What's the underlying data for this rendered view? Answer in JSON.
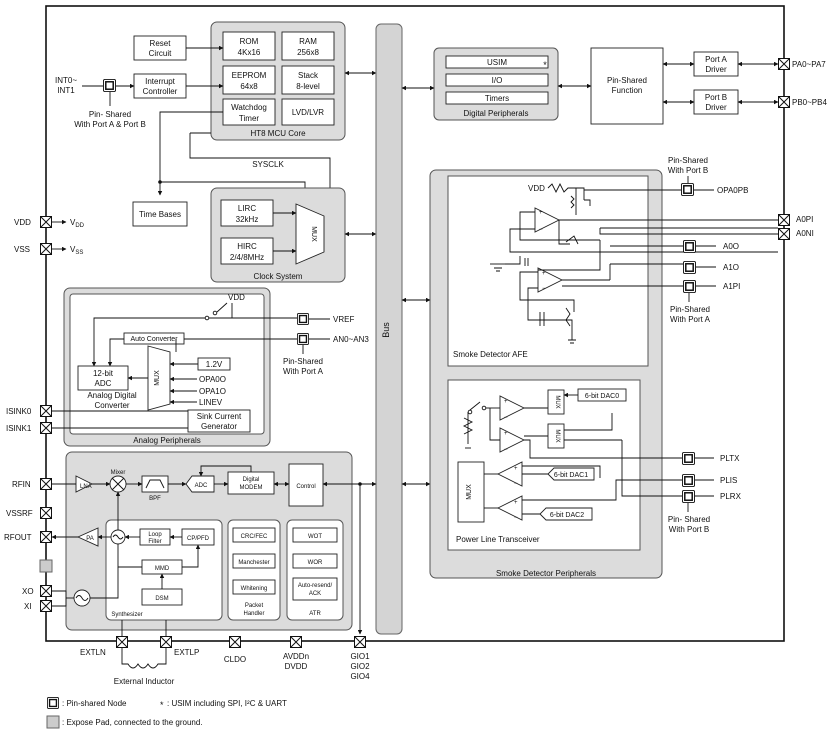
{
  "left_pins": {
    "int": "INT0~\nINT1",
    "vdd": "VDD",
    "vdd_sub": "V",
    "vdd_sub2": "DD",
    "vss": "VSS",
    "vss_sub": "V",
    "vss_sub2": "SS",
    "isink0": "ISINK0",
    "isink1": "ISINK1",
    "rfin": "RFIN",
    "vssrf": "VSSRF",
    "rfout": "RFOUT",
    "xo": "XO",
    "xi": "XI"
  },
  "right_pins": {
    "pa": "PA0~PA7",
    "pb": "PB0~PB4",
    "a0pi": "A0PI",
    "a0ni": "A0NI"
  },
  "mcu": {
    "title": "HT8 MCU Core",
    "reset": [
      "Reset",
      "Circuit"
    ],
    "interrupt": [
      "Interrupt",
      "Controller"
    ],
    "rom": [
      "ROM",
      "4Kx16"
    ],
    "ram": [
      "RAM",
      "256x8"
    ],
    "eeprom": [
      "EEPROM",
      "64x8"
    ],
    "stack": [
      "Stack",
      "8-level"
    ],
    "watchdog": [
      "Watchdog",
      "Timer"
    ],
    "lvd": "LVD/LVR",
    "pin_shared": [
      "Pin- Shared",
      "With Port A & Port B"
    ],
    "sysclk": "SYSCLK",
    "time_bases": "Time Bases"
  },
  "clock": {
    "title": "Clock System",
    "lirc": [
      "LIRC",
      "32kHz"
    ],
    "hirc": [
      "HIRC",
      "2/4/8MHz"
    ],
    "mux": "MUX"
  },
  "bus_label": "Bus",
  "digital": {
    "title": "Digital Peripherals",
    "usim": "USIM",
    "io": "I/O",
    "timers": "Timers",
    "pin_shared_fn": [
      "Pin-Shared",
      "Function"
    ],
    "port_a": [
      "Port A",
      "Driver"
    ],
    "port_b": [
      "Port B",
      "Driver"
    ]
  },
  "analog": {
    "title": "Analog Peripherals",
    "vdd": "VDD",
    "vref": "VREF",
    "an": "AN0~AN3",
    "pin_shared": [
      "Pin-Shared",
      "With Port A"
    ],
    "auto_converter": "Auto Converter",
    "adc": [
      "12-bit",
      "ADC"
    ],
    "adc_caption": [
      "Analog Digital",
      "Converter"
    ],
    "mux": "MUX",
    "v12": "1.2V",
    "inputs": [
      "OPA0O",
      "OPA1O",
      "LINEV"
    ],
    "sink": [
      "Sink Current",
      "Generator"
    ]
  },
  "rf": {
    "lna": "LNA",
    "mixer": "Mixer",
    "bpf": "BPF",
    "adc": "ADC",
    "modem": [
      "Digital",
      "MODEM"
    ],
    "control": "Control",
    "pa": "PA",
    "loop": [
      "Loop",
      "Filter"
    ],
    "cppfd": "CP/PFD",
    "mmd": "MMD",
    "dsm": "DSM",
    "synth": "Synthesizer",
    "crc": "CRC/FEC",
    "manchester": "Manchester",
    "whitening": "Whitening",
    "packet": [
      "Packet",
      "Handler"
    ],
    "wot": "WOT",
    "wor": "WOR",
    "auto_resend": [
      "Auto-resend/",
      "ACK"
    ],
    "atr": "ATR"
  },
  "bottom_pins": {
    "extln": "EXTLN",
    "extlp": "EXTLP",
    "inductor": "External Inductor",
    "cldo": "CLDO",
    "avdd": [
      "AVDDn",
      "DVDD"
    ],
    "gio": [
      "GIO1",
      "GIO2",
      "GIO4"
    ]
  },
  "smoke": {
    "title": "Smoke Detector Peripherals",
    "afe_title": "Smoke Detector AFE",
    "vdd": "VDD",
    "pin_shared_b": [
      "Pin-Shared",
      "With Port B"
    ],
    "opa0pb": "OPA0PB",
    "a0o": "A0O",
    "a1o": "A1O",
    "a1pi": "A1PI",
    "pin_shared_a": [
      "Pin-Shared",
      "With Port A"
    ],
    "dac0": "6-bit DAC0",
    "dac1": "6-bit DAC1",
    "dac2": "6-bit DAC2",
    "mux": "MUX",
    "pltx": "PLTX",
    "plis": "PLIS",
    "plrx": "PLRX",
    "pin_shared_b2": [
      "Pin- Shared",
      "With Port B"
    ],
    "plt_title": "Power Line Transceiver"
  },
  "legend": {
    "pin_shared_node": ": Pin-shared Node",
    "usim_note": ": USIM including SPI, I²C & UART",
    "expose_pad": ": Expose Pad, connected to the ground."
  }
}
